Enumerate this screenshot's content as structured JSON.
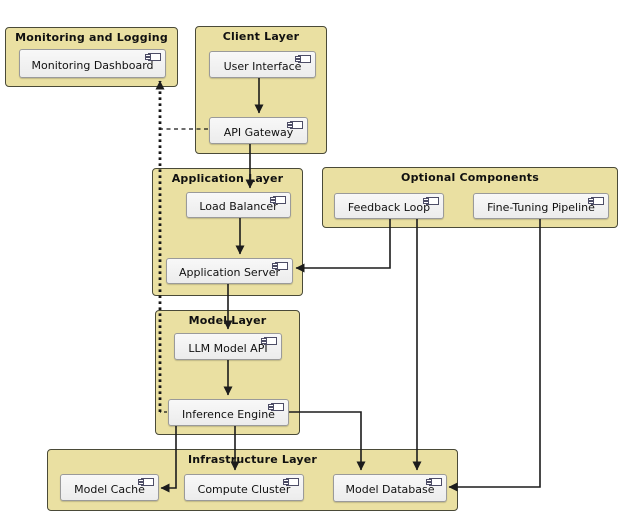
{
  "diagram_type": "uml-component-diagram",
  "packages": [
    {
      "id": "monitoring-and-logging",
      "label": "Monitoring and Logging",
      "components": [
        {
          "label": "Monitoring Dashboard"
        }
      ]
    },
    {
      "id": "client-layer",
      "label": "Client Layer",
      "components": [
        {
          "label": "User Interface"
        },
        {
          "label": "API Gateway"
        }
      ]
    },
    {
      "id": "application-layer",
      "label": "Application Layer",
      "components": [
        {
          "label": "Load Balancer"
        },
        {
          "label": "Application Server"
        }
      ]
    },
    {
      "id": "optional-components",
      "label": "Optional Components",
      "components": [
        {
          "label": "Feedback Loop"
        },
        {
          "label": "Fine-Tuning Pipeline"
        }
      ]
    },
    {
      "id": "model-layer",
      "label": "Model Layer",
      "components": [
        {
          "label": "LLM Model API"
        },
        {
          "label": "Inference Engine"
        }
      ]
    },
    {
      "id": "infrastructure-layer",
      "label": "Infrastructure Layer",
      "components": [
        {
          "label": "Model Cache"
        },
        {
          "label": "Compute Cluster"
        },
        {
          "label": "Model Database"
        }
      ]
    }
  ],
  "edges": [
    {
      "from": "User Interface",
      "to": "API Gateway",
      "style": "solid-arrow"
    },
    {
      "from": "API Gateway",
      "to": "Load Balancer",
      "style": "solid-arrow"
    },
    {
      "from": "Load Balancer",
      "to": "Application Server",
      "style": "solid-arrow"
    },
    {
      "from": "Application Server",
      "to": "LLM Model API",
      "style": "solid-arrow"
    },
    {
      "from": "LLM Model API",
      "to": "Inference Engine",
      "style": "solid-arrow"
    },
    {
      "from": "Inference Engine",
      "to": "Model Cache",
      "style": "solid-arrow"
    },
    {
      "from": "Inference Engine",
      "to": "Compute Cluster",
      "style": "solid-arrow"
    },
    {
      "from": "Inference Engine",
      "to": "Model Database",
      "style": "solid-arrow"
    },
    {
      "from": "Feedback Loop",
      "to": "Application Server",
      "style": "solid-arrow"
    },
    {
      "from": "Feedback Loop",
      "to": "Model Database",
      "style": "solid-arrow"
    },
    {
      "from": "Fine-Tuning Pipeline",
      "to": "Model Database",
      "style": "solid-arrow"
    },
    {
      "from": "API Gateway",
      "to": "Monitoring Dashboard",
      "style": "dashed-arrow"
    },
    {
      "from": "Inference Engine",
      "to": "Monitoring Dashboard",
      "style": "dashed-arrow"
    }
  ],
  "icons": {
    "component": "uml-component-icon"
  },
  "colors": {
    "background": "#FFFFFF",
    "package_fill": "#EAE0A2",
    "package_border": "#4A4A38",
    "component_fill": "#F2F2F2",
    "component_border": "#9A9A9A",
    "line": "#1C1C1C"
  }
}
